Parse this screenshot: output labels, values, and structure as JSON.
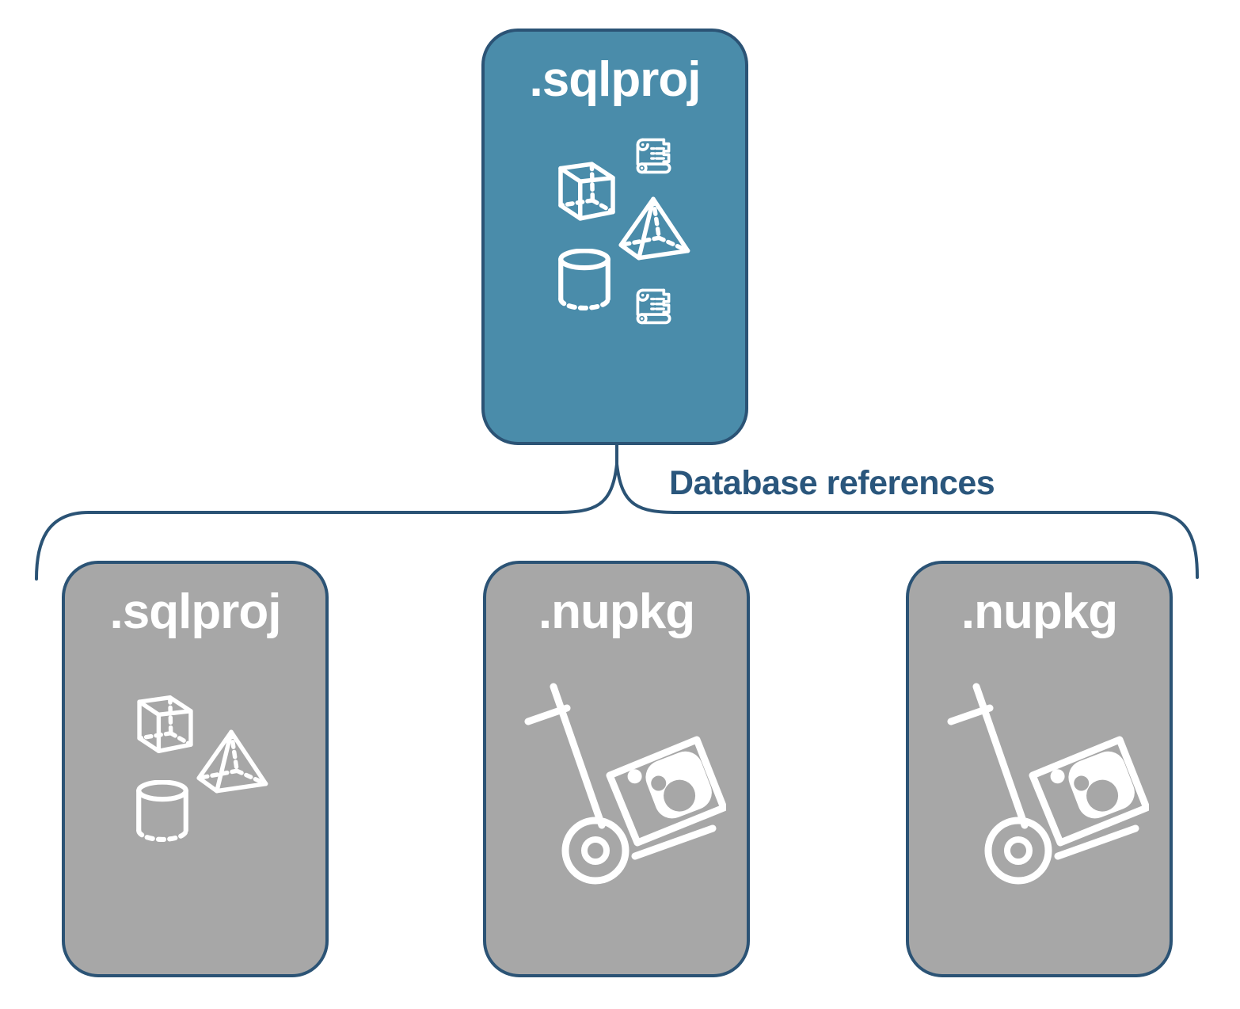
{
  "diagram": {
    "root": {
      "label": ".sqlproj"
    },
    "connector_label": "Database references",
    "children": [
      {
        "label": ".sqlproj",
        "icon": "sql-object-shapes"
      },
      {
        "label": ".nupkg",
        "icon": "nuget-handtruck"
      },
      {
        "label": ".nupkg",
        "icon": "nuget-handtruck"
      }
    ]
  },
  "colors": {
    "accent-blue": "#4a8caa",
    "card-gray": "#a7a7a7",
    "outline-navy": "#2b5375",
    "label-navy": "#2a567c",
    "icon-white": "#ffffff"
  }
}
